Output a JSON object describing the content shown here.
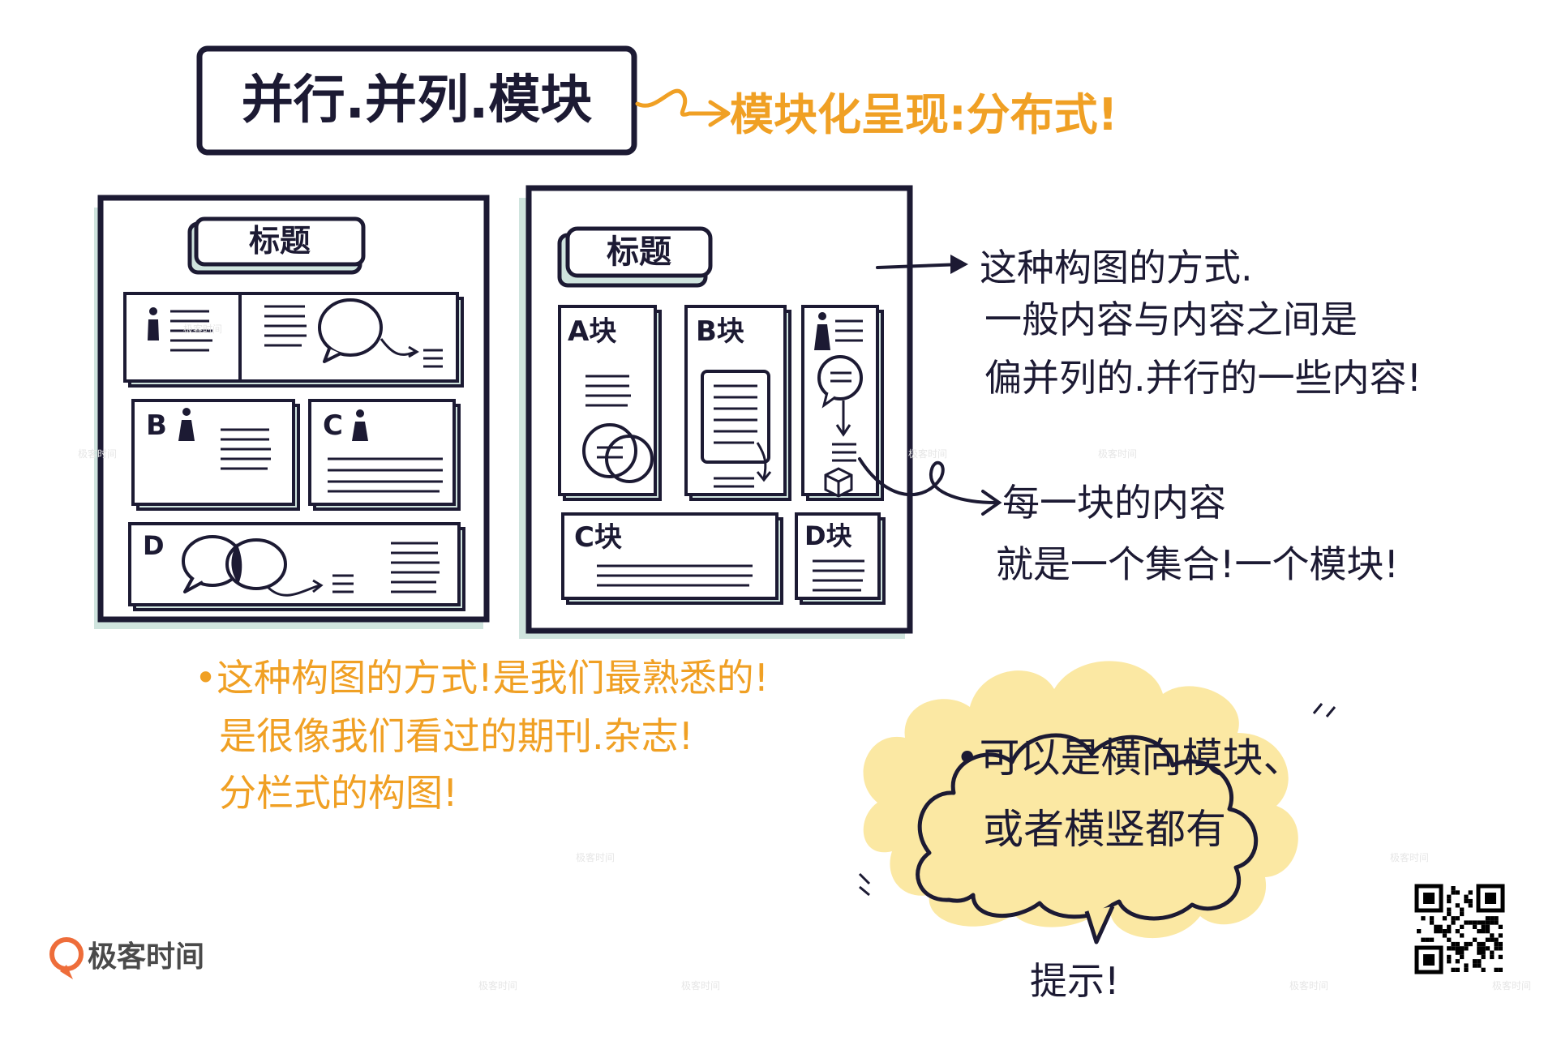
{
  "header": {
    "title": "并行.并列.模块",
    "subtitle": "模块化呈现:分布式!"
  },
  "left_panel": {
    "heading": "标题",
    "labels": {
      "b": "B",
      "c": "C",
      "d": "D"
    }
  },
  "right_panel": {
    "heading": "标题",
    "labels": {
      "a": "A块",
      "b": "B块",
      "c": "C块",
      "d": "D块"
    }
  },
  "notes": {
    "right_top": [
      "这种构图的方式.",
      "一般内容与内容之间是",
      "偏并列的.并行的一些内容!"
    ],
    "right_middle": [
      "每一块的内容",
      "就是一个集合!一个模块!"
    ],
    "bottom_left": [
      "•这种构图的方式!是我们最熟悉的!",
      "是很像我们看过的期刊.杂志!",
      "分栏式的构图!"
    ],
    "cloud": [
      "•可以是横向模块、",
      "或者横竖都有"
    ],
    "cloud_caption": "提示!"
  },
  "brand": {
    "name": "极客时间",
    "logo_icon": "geektime-logo-icon",
    "qr_icon": "qr-code-icon"
  },
  "colors": {
    "ink": "#1c1a33",
    "orange": "#f0a024",
    "mint": "#cfe4de",
    "cloud": "#fbe8a3",
    "brand_orange": "#ee6d3a"
  }
}
